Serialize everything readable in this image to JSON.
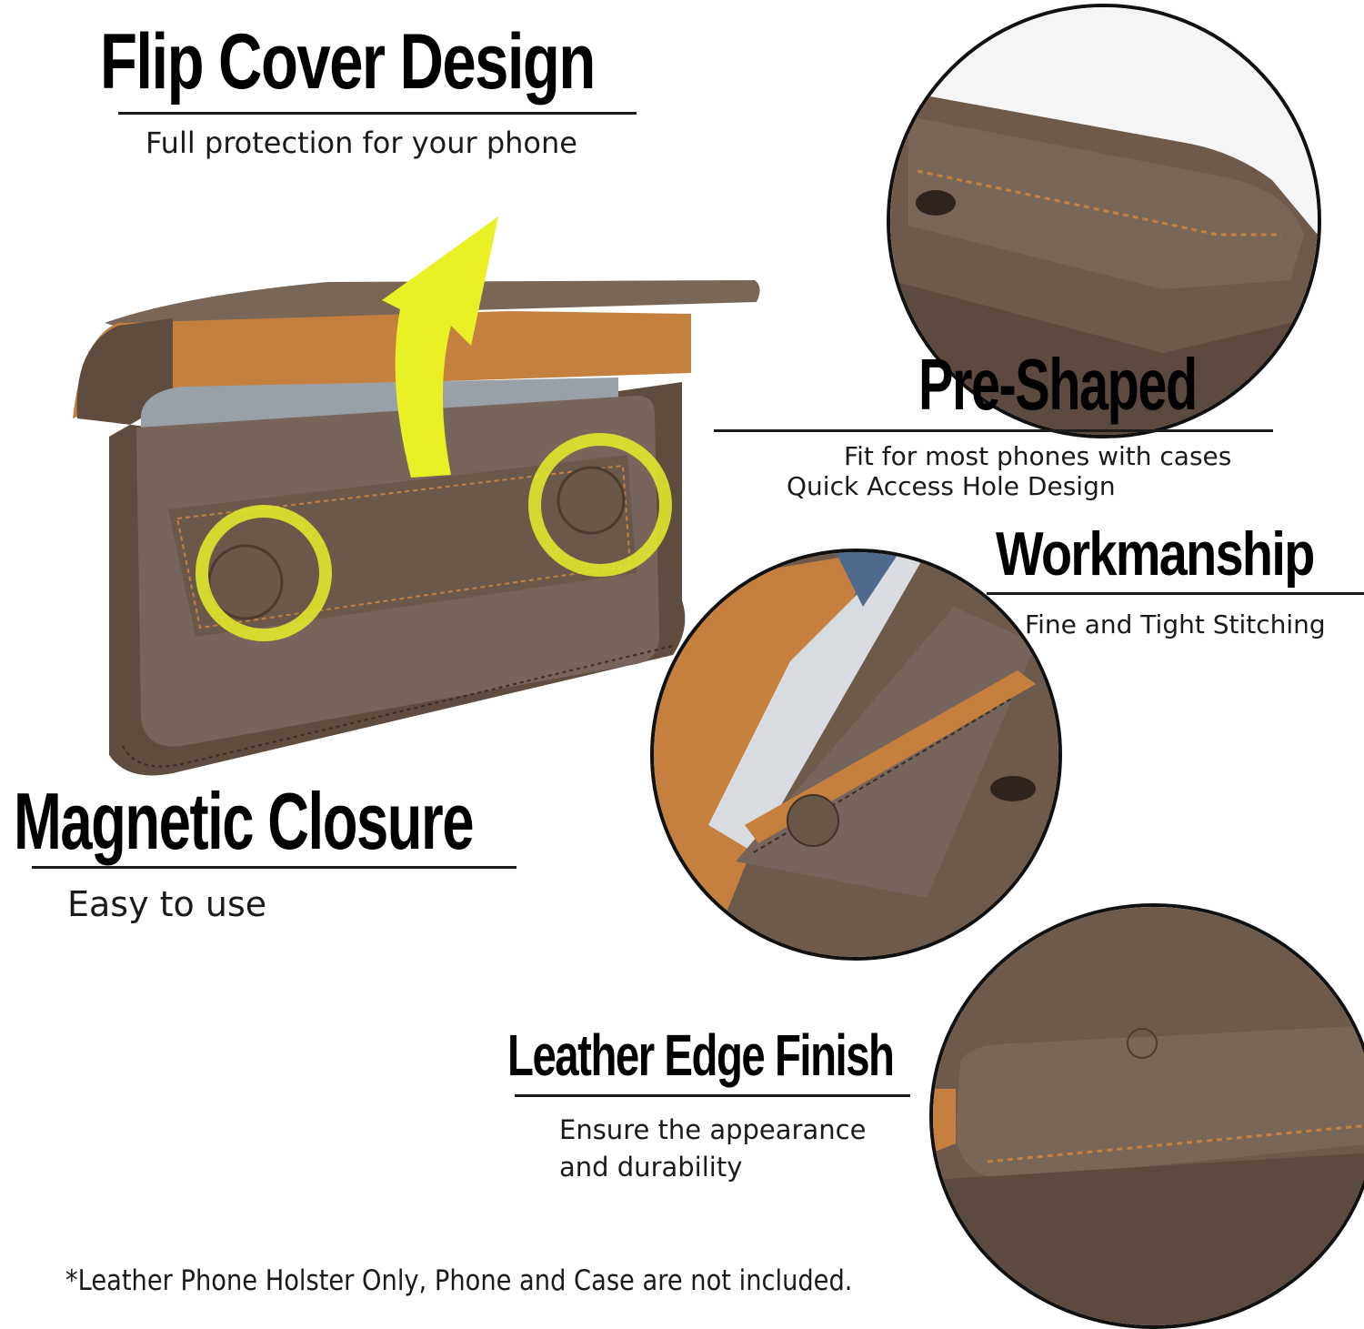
{
  "sections": {
    "flip": {
      "title": "Flip Cover Design",
      "subtitle": "Full protection for your phone"
    },
    "preshaped": {
      "title": "Pre-Shaped",
      "line1": "Fit for most phones with cases",
      "line2": "Quick Access Hole Design"
    },
    "workmanship": {
      "title": "Workmanship",
      "subtitle": "Fine and Tight Stitching"
    },
    "magnetic": {
      "title": "Magnetic Closure",
      "subtitle": "Easy to use"
    },
    "edge": {
      "title": "Leather Edge Finish",
      "line1": "Ensure the appearance",
      "line2": "and durability"
    }
  },
  "footnote": "*Leather Phone Holster Only, Phone and Case are not included.",
  "colors": {
    "leather": "#6e5a4a",
    "suede": "#c8844a",
    "highlight": "#e8ef2a",
    "text": "#000000"
  }
}
